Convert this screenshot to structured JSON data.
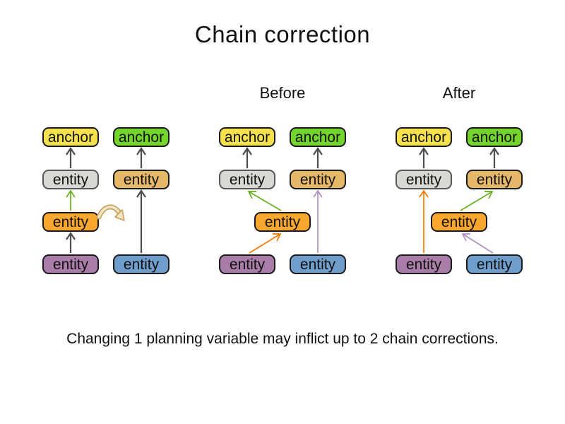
{
  "title": "Chain correction",
  "caption": "Changing 1 planning variable may inflict up to 2 chain corrections.",
  "groups": [
    {
      "id": "initial",
      "label": ""
    },
    {
      "id": "before",
      "label": "Before"
    },
    {
      "id": "after",
      "label": "After"
    }
  ],
  "node_labels": {
    "anchor": "anchor",
    "entity": "entity"
  },
  "colors": {
    "anchor_yellow": "#F5E14D",
    "anchor_green": "#72D42D",
    "entity_gray": "#D8D9D4",
    "entity_tan": "#E5B768",
    "entity_orange": "#F9A72F",
    "entity_purple": "#A97DA8",
    "entity_blue": "#6F9DCC",
    "arrow_gray": "#4D4D4D",
    "arrow_green": "#64B01E",
    "arrow_orange": "#F57900",
    "arrow_purple": "#AE8FBE",
    "move_arrow_fill": "#F3E5C2",
    "move_arrow_stroke": "#C8A159"
  }
}
